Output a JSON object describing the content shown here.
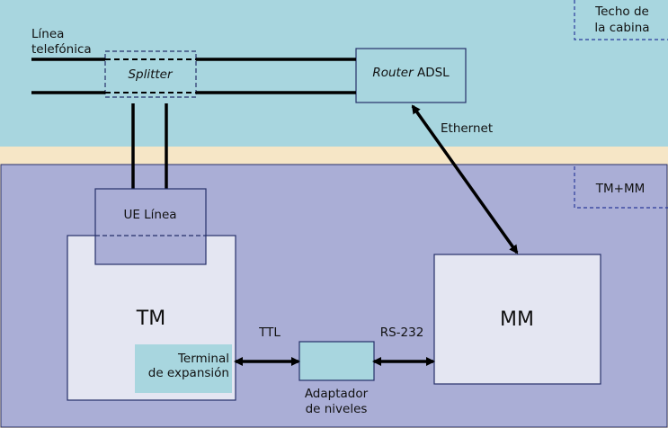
{
  "diagram": {
    "zones": {
      "top": {
        "label_line1": "Techo de",
        "label_line2": "la cabina"
      },
      "bottom": {
        "label": "TM+MM"
      }
    },
    "phone_line": {
      "line1": "Línea",
      "line2": "telefónica"
    },
    "splitter": {
      "label": "Splitter"
    },
    "router": {
      "label_italic": "Router",
      "label_rest": " ADSL"
    },
    "ethernet": {
      "label": "Ethernet"
    },
    "ue_linea": {
      "label": "UE Línea"
    },
    "tm": {
      "label": "TM"
    },
    "mm": {
      "label": "MM"
    },
    "terminal": {
      "line1": "Terminal",
      "line2": "de expansión"
    },
    "ttl": {
      "label": "TTL"
    },
    "rs232": {
      "label": "RS-232"
    },
    "adaptador": {
      "line1": "Adaptador",
      "line2": "de niveles"
    },
    "colors": {
      "top_zone": "#a8d6df",
      "bottom_zone": "#aaaed6",
      "gap": "#f6e6c6",
      "box_fill": "#e4e6f2",
      "teal_fill": "#a8d6df",
      "border_dark": "#26306a",
      "dashed": "#2a3a9a",
      "line": "#000000"
    }
  }
}
